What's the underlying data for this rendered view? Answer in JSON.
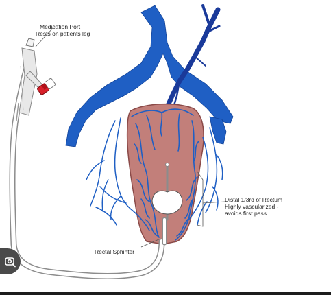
{
  "labels": {
    "medication_port_line1": "Medication Port",
    "medication_port_line2": "Rests on patients leg",
    "rectum_line1": "Distal 1/3rd of Rectum",
    "rectum_line2": "Highly vascularized -",
    "rectum_line3": "avoids first pass",
    "sphincter": "Rectal Sphinter"
  },
  "colors": {
    "vein": "#1f5fc4",
    "vein_dark": "#1a3a9a",
    "rectum": "#c27f7a",
    "catheter": "#9a9a9a",
    "port_cap": "#d8202a",
    "balloon": "#ffffff"
  },
  "icons": {
    "lens": "camera-search-icon"
  }
}
